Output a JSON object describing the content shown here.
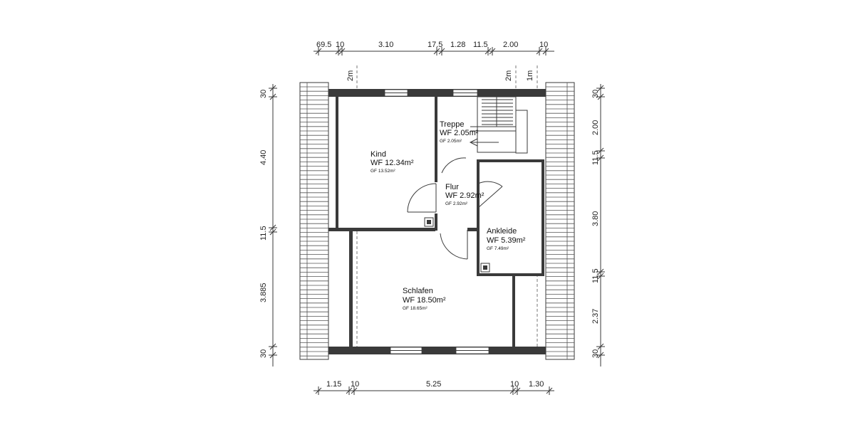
{
  "dimensions": {
    "top": [
      "69.5",
      "10",
      "3.10",
      "17.5",
      "1.28",
      "11.5",
      "2.00",
      "10"
    ],
    "bottom": [
      "1.15",
      "10",
      "5.25",
      "10",
      "1.30"
    ],
    "left": [
      "30",
      "4.40",
      "11.5",
      "3.885",
      "30"
    ],
    "right": [
      "30",
      "2.00",
      "11.5",
      "3.80",
      "11.5",
      "2.37",
      "30"
    ],
    "clearance_left": "2m",
    "clearance_mid": "2m",
    "clearance_right": "1m"
  },
  "rooms": {
    "kind": {
      "name": "Kind",
      "wf": "WF 12.34m²",
      "gf": "GF 13.52m²"
    },
    "treppe": {
      "name": "Treppe",
      "wf": "WF 2.05m²",
      "gf": "GF 2.05m²"
    },
    "flur": {
      "name": "Flur",
      "wf": "WF 2.92m²",
      "gf": "GF 2.92m²"
    },
    "ankleide": {
      "name": "Ankleide",
      "wf": "WF 5.39m²",
      "gf": "GF 7.49m²"
    },
    "schlafen": {
      "name": "Schlafen",
      "wf": "WF 18.50m²",
      "gf": "GF 18.65m²"
    }
  }
}
